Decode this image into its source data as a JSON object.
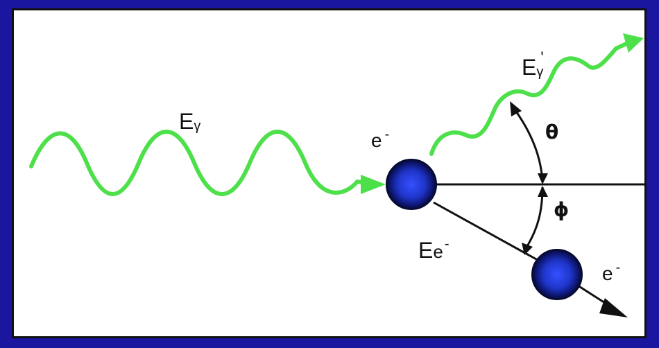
{
  "labels": {
    "photon_in": "E",
    "photon_in_sub": "γ",
    "photon_out": "E",
    "photon_out_sub": "γ",
    "photon_out_prime": "'",
    "electron_rest": "e",
    "electron_rest_sup": "-",
    "electron_scattered": "e",
    "electron_scattered_sup": "-",
    "electron_energy": "E",
    "electron_energy_sub": "e",
    "electron_energy_sup": "-",
    "angle_photon": "θ",
    "angle_electron": "ϕ"
  },
  "colors": {
    "background": "#1a16a0",
    "photon_wave": "#4ee04a",
    "electron_fill": "#1f35c9",
    "electron_edge": "#0a0a2a",
    "line": "#111111"
  }
}
